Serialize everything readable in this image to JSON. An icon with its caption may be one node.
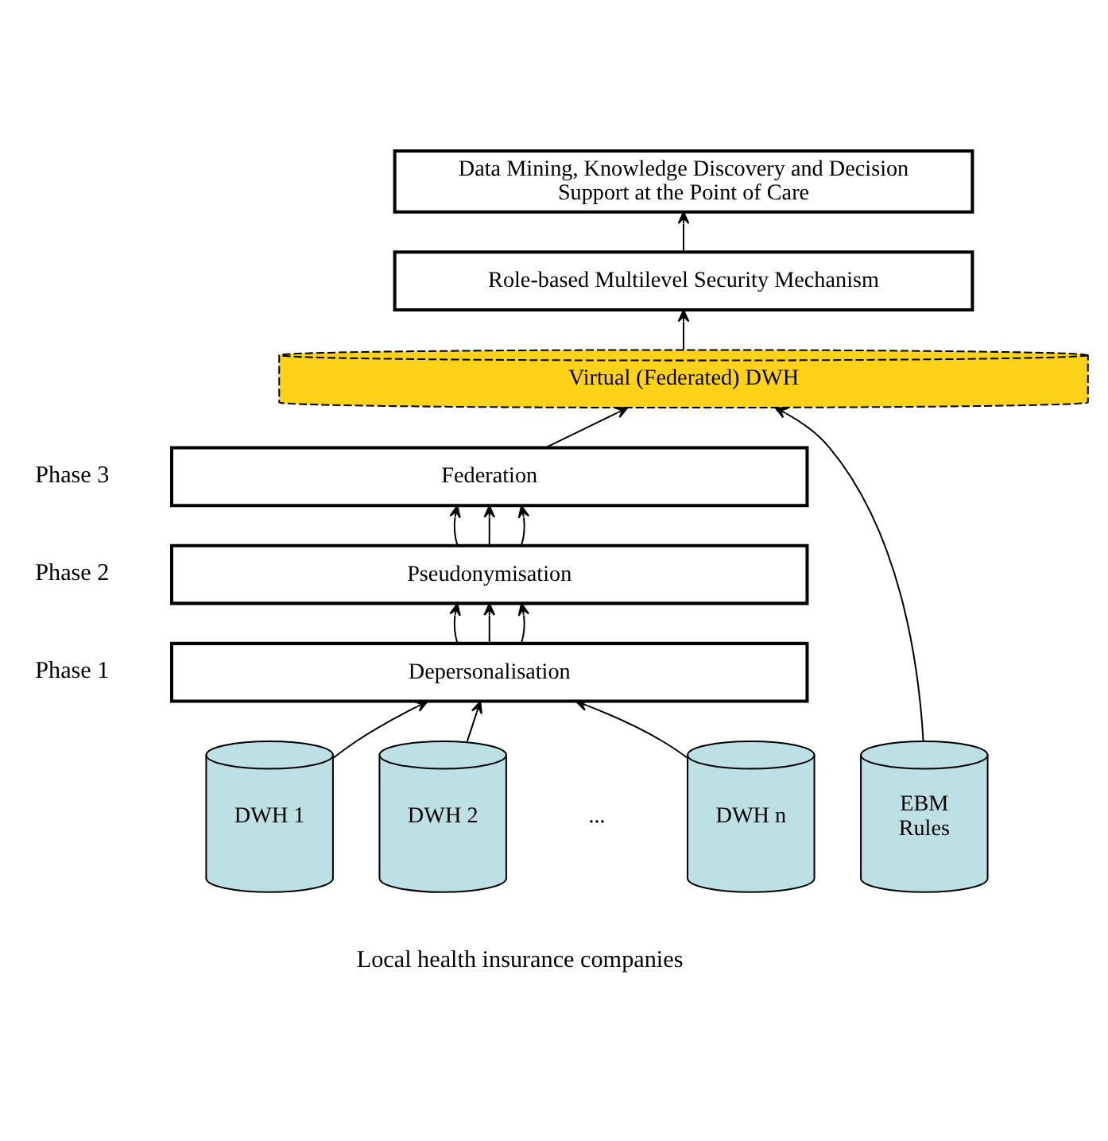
{
  "diagram": {
    "nodes": [
      {
        "text": [
          "Data Mining, Knowledge Discovery and Decision Support at the Point of Care"
        ]
      },
      {
        "text": [
          "Role-based Multilevel Security Mechanism"
        ]
      },
      {
        "text": [
          "Virtual (Federated) DWH"
        ]
      },
      {
        "text": [
          "Federation"
        ],
        "beside": [
          "Phase 3"
        ]
      },
      {
        "text": [
          "Pseudonymisation"
        ],
        "beside": [
          "Phase 2"
        ]
      },
      {
        "text": [
          "Depersonalisation"
        ],
        "beside": [
          "Phase 1"
        ]
      },
      {
        "text": [
          "DWH 1"
        ]
      },
      {
        "text": [
          "DWH 2"
        ]
      },
      {
        "text": [
          "DWH n"
        ]
      },
      {
        "text": [
          "EBM Rules"
        ]
      }
    ],
    "edges": [
      {
        "from": 1,
        "to": 0,
        "arrow": "to"
      },
      {
        "from": 2,
        "to": 1,
        "arrow": "to"
      },
      {
        "from": 3,
        "to": 2,
        "arrow": "to"
      },
      {
        "from": 9,
        "to": 2,
        "arrow": "to"
      },
      {
        "from": 4,
        "to": 3,
        "arrow": "to"
      },
      {
        "from": 4,
        "to": 3,
        "arrow": "to"
      },
      {
        "from": 4,
        "to": 3,
        "arrow": "to"
      },
      {
        "from": 5,
        "to": 4,
        "arrow": "to"
      },
      {
        "from": 5,
        "to": 4,
        "arrow": "to"
      },
      {
        "from": 5,
        "to": 4,
        "arrow": "to"
      },
      {
        "from": 6,
        "to": 5,
        "arrow": "to"
      },
      {
        "from": 7,
        "to": 5,
        "arrow": "to"
      },
      {
        "from": 8,
        "to": 5,
        "arrow": "to"
      }
    ],
    "labels": [
      "...",
      "Local health insurance companies"
    ]
  }
}
